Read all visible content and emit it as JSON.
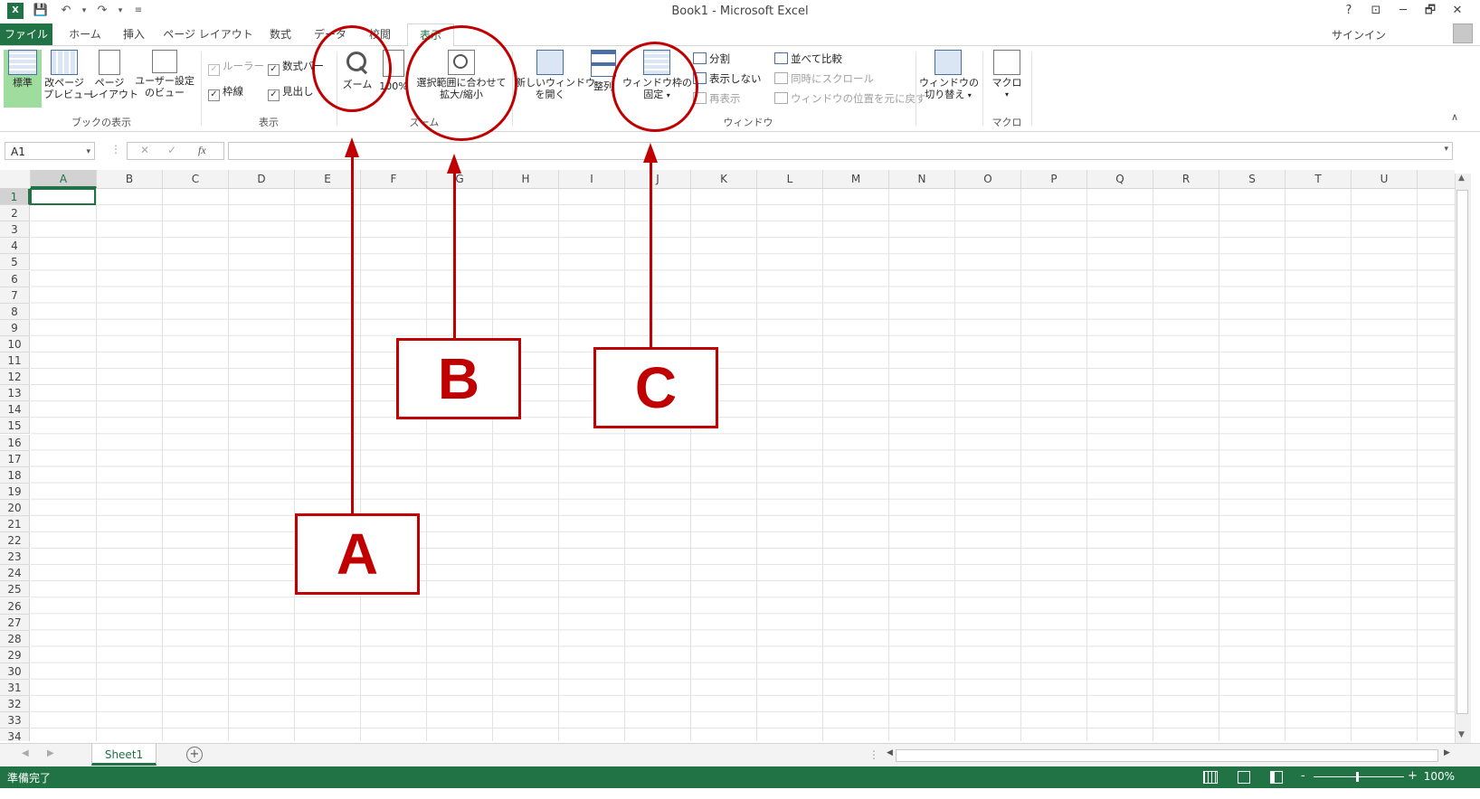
{
  "window": {
    "title": "Book1 - Microsoft Excel",
    "help": "?",
    "ribbon_display": "⊡",
    "minimize": "─",
    "restore": "🗗",
    "close": "✕",
    "signin": "サインイン"
  },
  "tabs": [
    "ファイル",
    "ホーム",
    "挿入",
    "ページ レイアウト",
    "数式",
    "データ",
    "校閲",
    "表示"
  ],
  "ribbon": {
    "workbook_views": {
      "normal": "標準",
      "page_break_1": "改ページ",
      "page_break_2": "プレビュー",
      "page_layout_1": "ページ",
      "page_layout_2": "レイアウト",
      "custom_1": "ユーザー設定",
      "custom_2": "のビュー",
      "label": "ブックの表示"
    },
    "show": {
      "ruler": "ルーラー",
      "formula_bar": "数式バー",
      "gridlines": "枠線",
      "headings": "見出し",
      "label": "表示"
    },
    "zoom": {
      "zoom": "ズーム",
      "hundred": "100%",
      "fit_1": "選択範囲に合わせて",
      "fit_2": "拡大/縮小",
      "label": "ズーム"
    },
    "window": {
      "new_1": "新しいウィンドウ",
      "new_2": "を開く",
      "arrange": "整列",
      "freeze_1": "ウィンドウ枠の",
      "freeze_2": "固定",
      "split": "分割",
      "hide": "表示しない",
      "unhide": "再表示",
      "side_by_side": "並べて比較",
      "sync_scroll": "同時にスクロール",
      "reset_pos": "ウィンドウの位置を元に戻す",
      "switch_1": "ウィンドウの",
      "switch_2": "切り替え",
      "label": "ウィンドウ"
    },
    "macro": {
      "macro": "マクロ",
      "label": "マクロ"
    }
  },
  "formula_bar": {
    "name_box": "A1",
    "cancel": "✕",
    "enter": "✓",
    "fx": "fx"
  },
  "columns": [
    "A",
    "B",
    "C",
    "D",
    "E",
    "F",
    "G",
    "H",
    "I",
    "J",
    "K",
    "L",
    "M",
    "N",
    "O",
    "P",
    "Q",
    "R",
    "S",
    "T",
    "U"
  ],
  "rows": [
    "1",
    "2",
    "3",
    "4",
    "5",
    "6",
    "7",
    "8",
    "9",
    "10",
    "11",
    "12",
    "13",
    "14",
    "15",
    "16",
    "17",
    "18",
    "19",
    "20",
    "21",
    "22",
    "23",
    "24",
    "25",
    "26",
    "27",
    "28",
    "29",
    "30",
    "31",
    "32",
    "33",
    "34"
  ],
  "sheets": [
    "Sheet1"
  ],
  "status": {
    "ready": "準備完了",
    "zoom": "100%",
    "zoom_minus": "-",
    "zoom_plus": "+"
  },
  "annotations": {
    "a": "A",
    "b": "B",
    "c": "C"
  },
  "colors": {
    "accent": "#217346",
    "annotation": "#c00000"
  }
}
